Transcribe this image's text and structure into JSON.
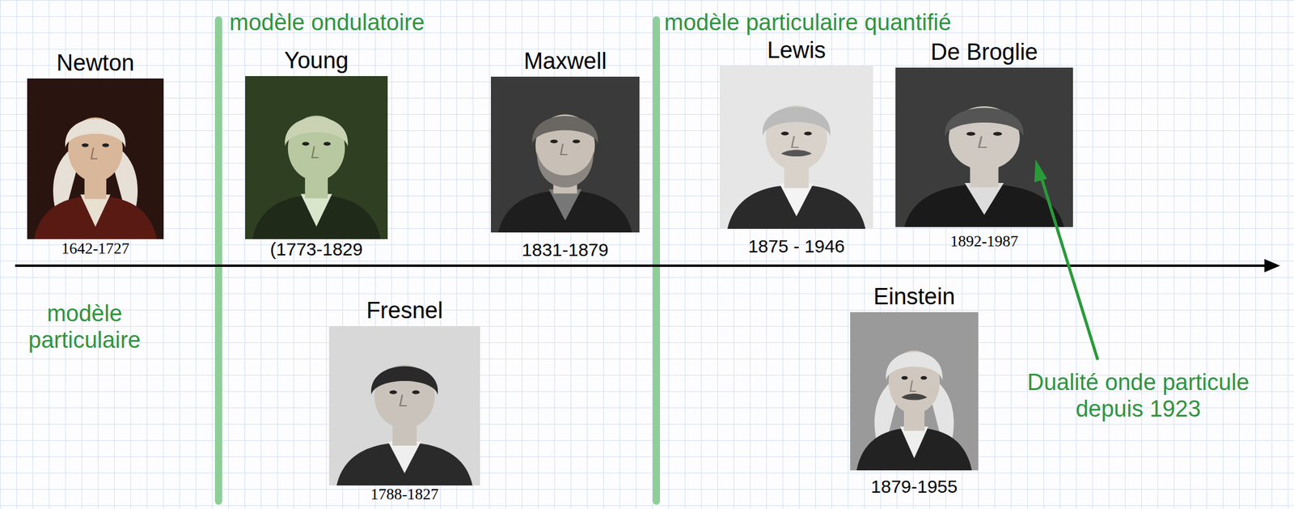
{
  "diagram": {
    "nodes": [
      {
        "text": [
          "Newton",
          "1642-1727"
        ]
      },
      {
        "text": [
          "Young",
          "(1773-1829"
        ]
      },
      {
        "text": [
          "Maxwell",
          "1831-1879"
        ]
      },
      {
        "text": [
          "Lewis",
          "1875 - 1946"
        ]
      },
      {
        "text": [
          "De Broglie",
          "1892-1987"
        ]
      },
      {
        "text": [
          "Fresnel",
          "1788-1827"
        ]
      },
      {
        "text": [
          "Einstein",
          "1879-1955"
        ]
      }
    ],
    "labels": [
      "modèle ondulatoire",
      "modèle particulaire quantifié",
      "modèle particulaire",
      "Dualité onde particule depuis 1923"
    ]
  }
}
